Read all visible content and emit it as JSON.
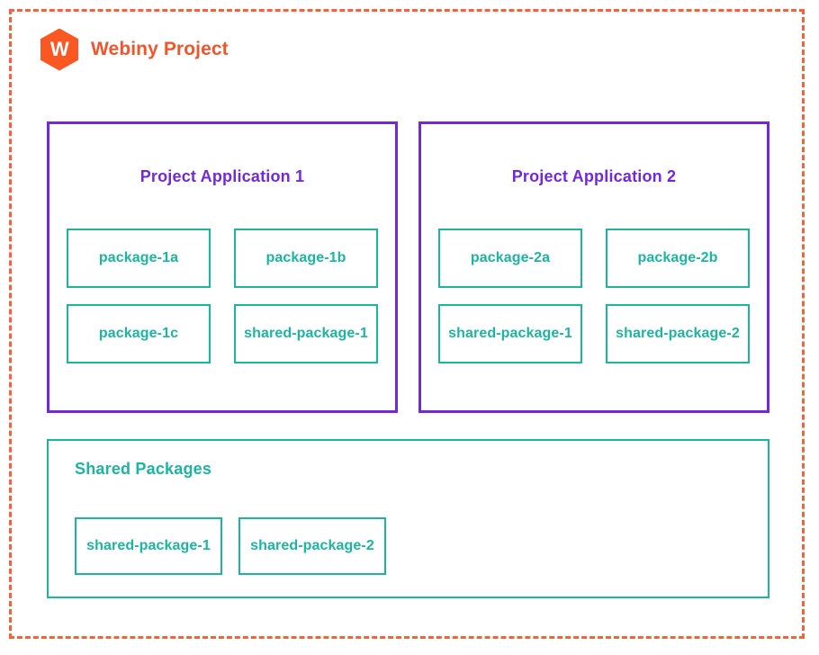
{
  "frame": {
    "border_color": "#f4623a",
    "style": "dashed"
  },
  "header": {
    "logo_icon": "webiny-hexagon-logo",
    "logo_letter": "W",
    "logo_color": "#fa5723",
    "title": "Webiny Project",
    "title_color": "#f4542a"
  },
  "colors": {
    "application_border": "#7429d6",
    "package_border": "#1bb5a0",
    "package_text": "#1bb5a0",
    "application_title": "#7429d6"
  },
  "applications": [
    {
      "title": "Project Application 1",
      "packages": [
        {
          "label": "package-1a"
        },
        {
          "label": "package-1b"
        },
        {
          "label": "package-1c"
        },
        {
          "label": "shared-package-1"
        }
      ]
    },
    {
      "title": "Project Application 2",
      "packages": [
        {
          "label": "package-2a"
        },
        {
          "label": "package-2b"
        },
        {
          "label": "shared-package-1"
        },
        {
          "label": "shared-package-2"
        }
      ]
    }
  ],
  "shared": {
    "title": "Shared Packages",
    "packages": [
      {
        "label": "shared-package-1"
      },
      {
        "label": "shared-package-2"
      }
    ]
  }
}
